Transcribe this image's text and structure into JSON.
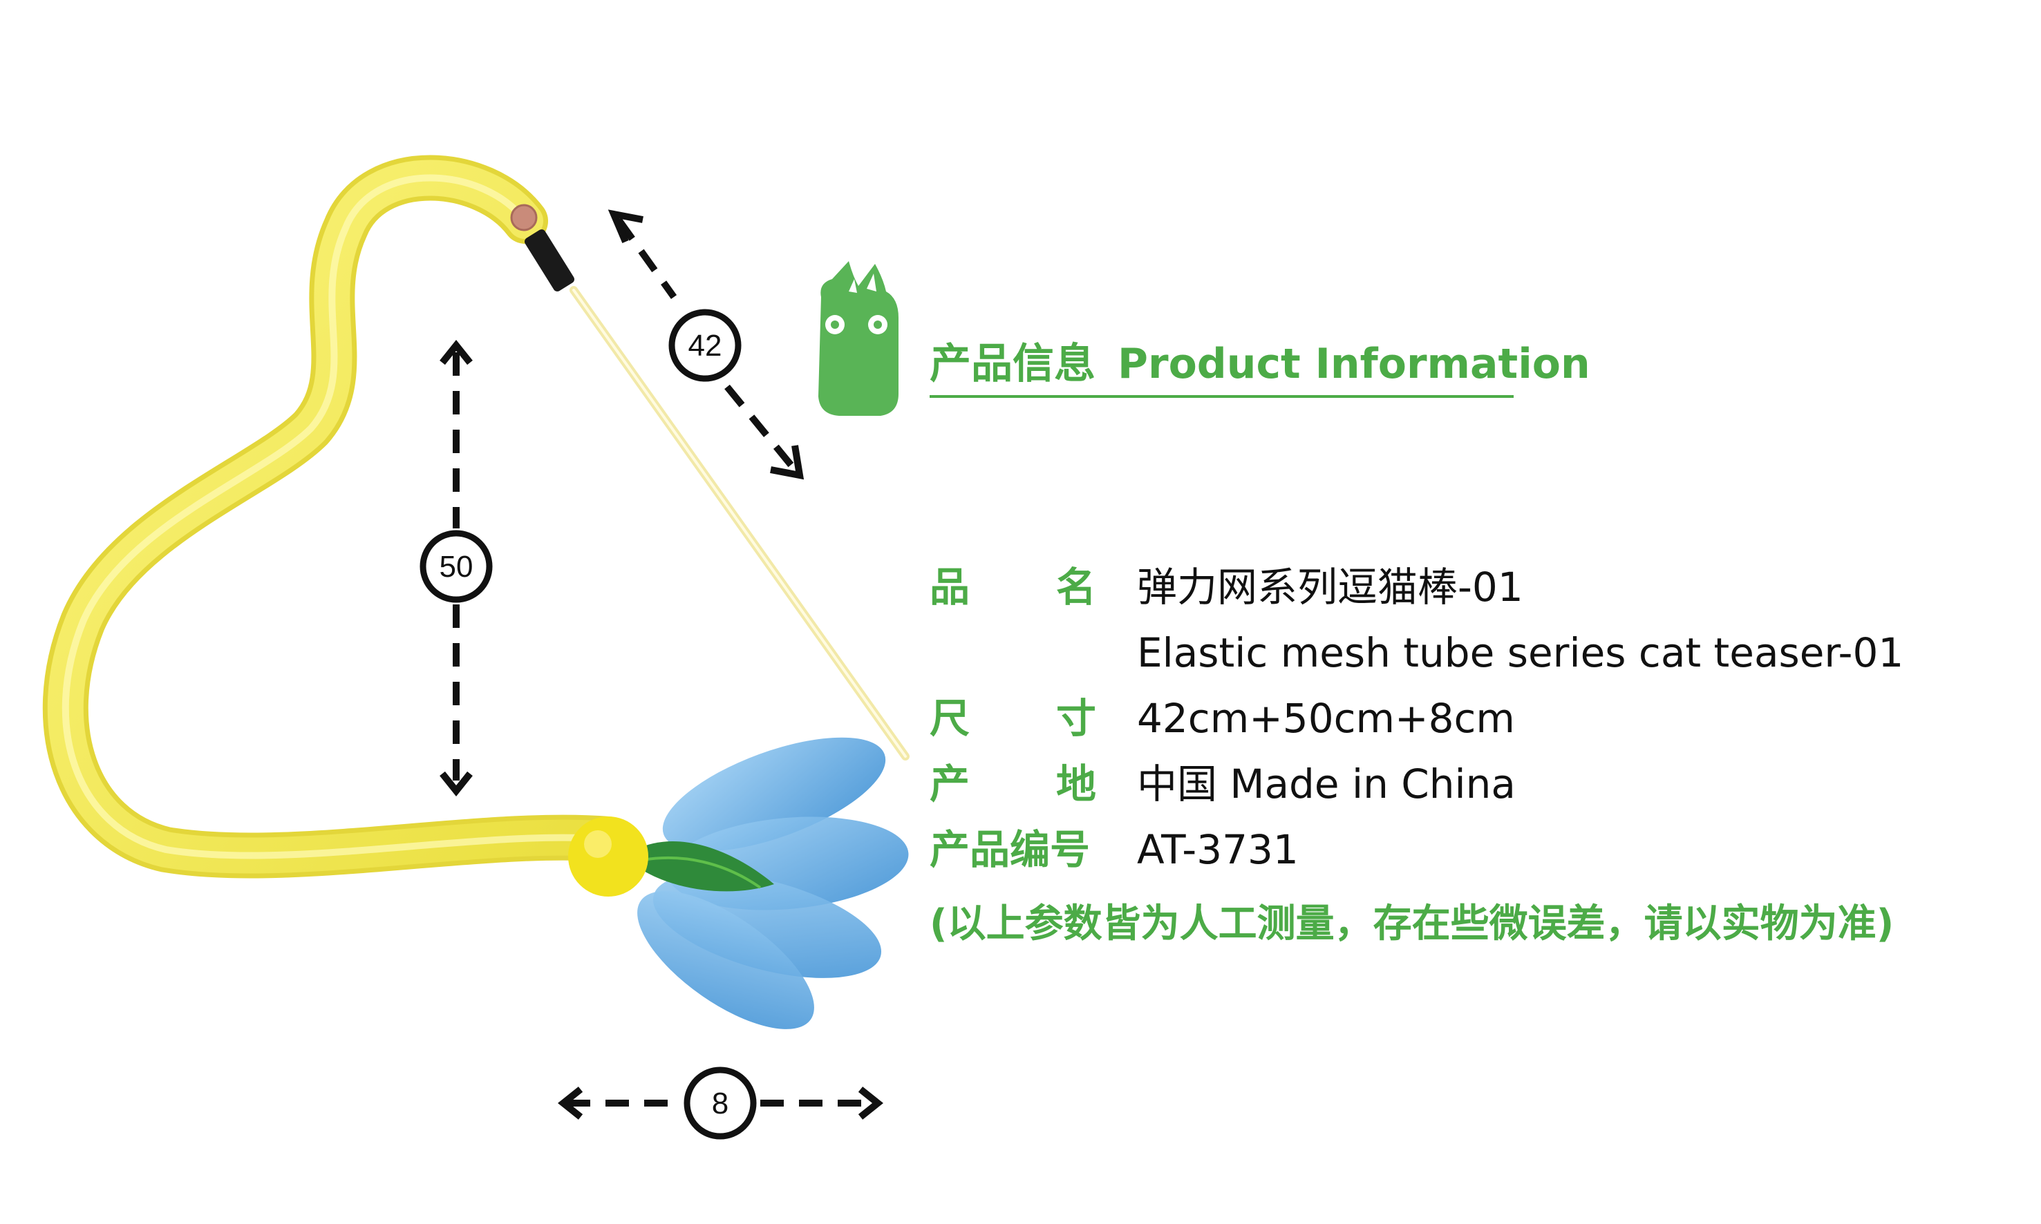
{
  "header": {
    "title_cn": "产品信息",
    "title_en": "Product Information"
  },
  "dimensions": {
    "rod_length": "42",
    "tube_length": "50",
    "head_width": "8"
  },
  "specs": {
    "name": {
      "label_1": "品",
      "label_2": "名",
      "value_cn": "弹力网系列逗猫棒-01",
      "value_en": "Elastic mesh tube series cat teaser-01"
    },
    "size": {
      "label_1": "尺",
      "label_2": "寸",
      "value": "42cm+50cm+8cm"
    },
    "origin": {
      "label_1": "产",
      "label_2": "地",
      "value": "中国 Made in China"
    },
    "code": {
      "label": "产品编号",
      "value": "AT-3731"
    }
  },
  "note": "(以上参数皆为人工测量，存在些微误差，请以实物为准)",
  "colors": {
    "brand_green": "#4cab47",
    "tube_yellow": "#f4ec63",
    "feather_blue": "#4f9fdc",
    "text_dark": "#111111"
  }
}
